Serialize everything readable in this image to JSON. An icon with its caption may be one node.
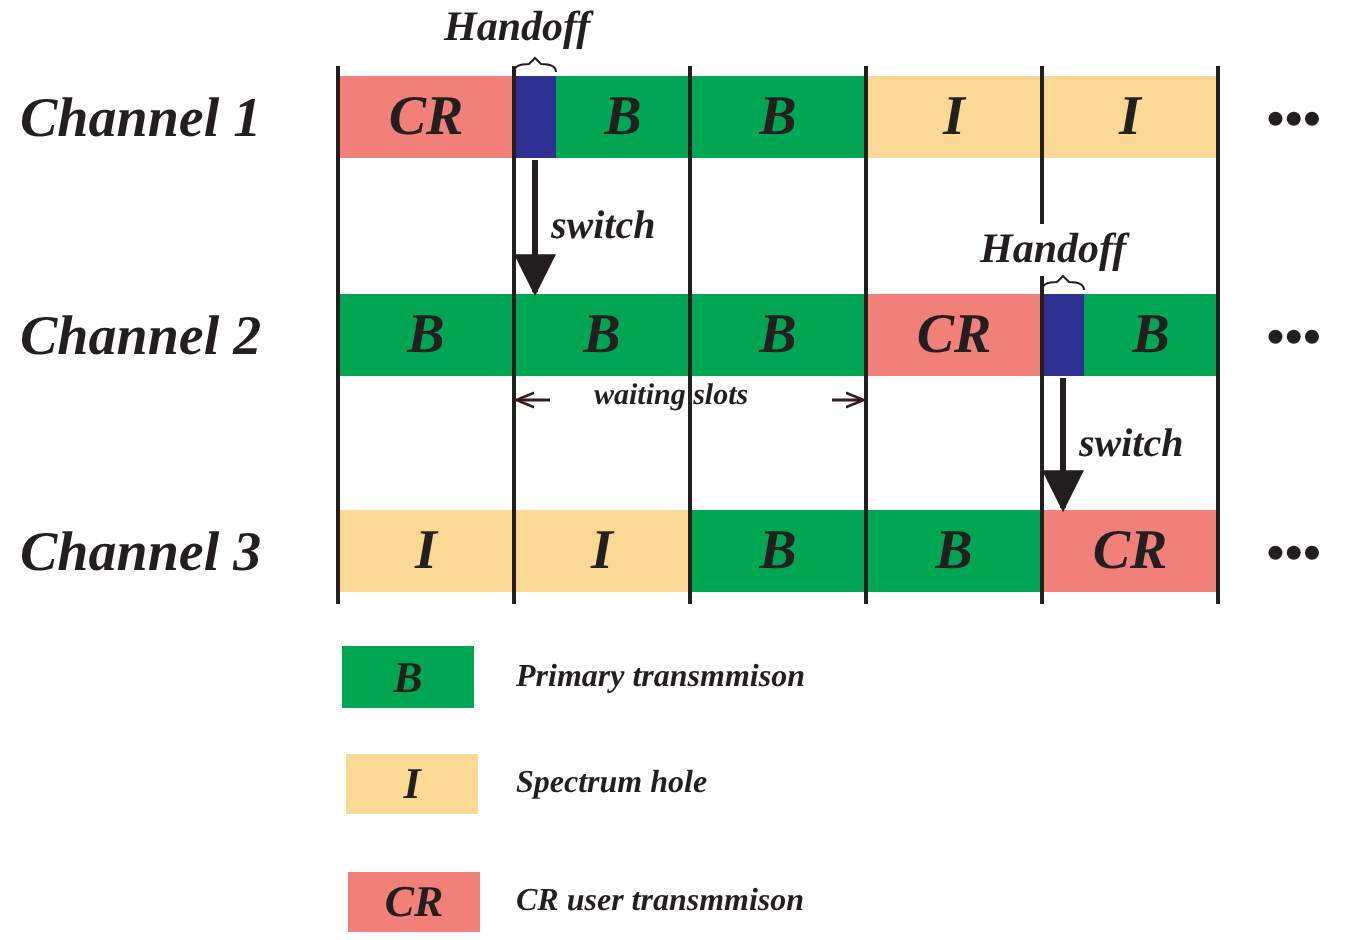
{
  "diagram": {
    "nodes": [
      {
        "text": [
          "CR"
        ]
      },
      {
        "text": [],
        "shape": "box"
      },
      {
        "text": [
          "B"
        ]
      },
      {
        "text": [
          "B"
        ]
      },
      {
        "text": [
          "I"
        ]
      },
      {
        "text": [
          "I"
        ]
      },
      {
        "text": [
          "B"
        ]
      },
      {
        "text": [
          "B"
        ]
      },
      {
        "text": [
          "B"
        ]
      },
      {
        "text": [
          "CR"
        ]
      },
      {
        "text": [],
        "shape": "box"
      },
      {
        "text": [
          "B"
        ]
      },
      {
        "text": [
          "I"
        ]
      },
      {
        "text": [
          "I"
        ]
      },
      {
        "text": [
          "B"
        ]
      },
      {
        "text": [
          "B"
        ]
      },
      {
        "text": [
          "CR"
        ]
      }
    ],
    "edges": [
      {
        "from": 1,
        "to": 7,
        "arrow": "to",
        "label": "switch"
      },
      {
        "from": 10,
        "to": 16,
        "arrow": "to",
        "label": "switch"
      }
    ],
    "labels": [
      "Handoff",
      "Channel 1",
      "•••",
      "Handoff",
      "Channel 2",
      "•••",
      "waiting slots",
      "Channel 3",
      "•••",
      "B",
      "I",
      "CR"
    ],
    "legend": [
      {
        "text": "Primary transmmison",
        "color": "#00a651"
      },
      {
        "text": "Spectrum hole",
        "color": "#fad995"
      },
      {
        "text": "CR user transmmison",
        "color": "#f08078"
      }
    ]
  }
}
